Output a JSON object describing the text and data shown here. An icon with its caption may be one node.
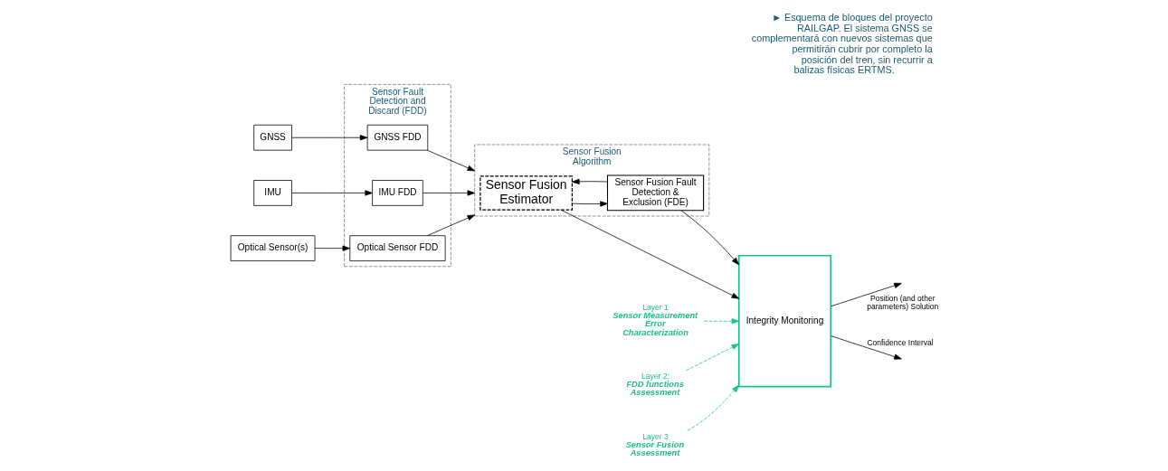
{
  "diagram": {
    "caption": "► Esquema de bloques del proyecto RAILGAP. El sistema GNSS se complementará con nuevos sistemas que permitirán cubrir por completo la posición del tren, sin recurrir a balizas físicas ERTMS.",
    "nodes": [
      {
        "text": [
          "GNSS"
        ]
      },
      {
        "text": [
          "IMU"
        ]
      },
      {
        "text": [
          "Optical Sensor(s)"
        ]
      },
      {
        "text": [
          "Sensor Fault Detection and Discard (FDD)"
        ]
      },
      {
        "text": [
          "GNSS FDD"
        ],
        "in": 3
      },
      {
        "text": [
          "IMU FDD"
        ],
        "in": 3
      },
      {
        "text": [
          "Optical Sensor FDD"
        ],
        "in": 3
      },
      {
        "text": [
          "Sensor Fusion Algorithm"
        ]
      },
      {
        "text": [
          "Sensor Fusion Estimator"
        ],
        "in": 7
      },
      {
        "text": [
          "Sensor Fusion Fault Detection & Exclusion (FDE)"
        ],
        "in": 7
      },
      {
        "text": [
          "Integrity Monitoring"
        ]
      },
      {
        "text": [
          "Layer 1",
          "Sensor Measurement Error Characterization"
        ]
      },
      {
        "text": [
          "Layer 2:",
          "FDD functions Assessment"
        ]
      },
      {
        "text": [
          "Layer 3",
          "Sensor Fusion Assessment"
        ]
      }
    ],
    "edges": [
      {
        "from": 0,
        "to": 4,
        "arrow": "to"
      },
      {
        "from": 1,
        "to": 5,
        "arrow": "to"
      },
      {
        "from": 2,
        "to": 6,
        "arrow": "to"
      },
      {
        "from": 4,
        "to": 7,
        "arrow": "to"
      },
      {
        "from": 5,
        "to": 7,
        "arrow": "to"
      },
      {
        "from": 6,
        "to": 7,
        "arrow": "to"
      },
      {
        "from": 8,
        "to": 9,
        "arrow": "to"
      },
      {
        "from": 9,
        "to": 8,
        "arrow": "to"
      },
      {
        "from": 8,
        "to": 10,
        "arrow": "to"
      },
      {
        "from": 9,
        "to": 10,
        "arrow": "to"
      },
      {
        "from": 10,
        "to": null,
        "arrow": "to",
        "label": "Position (and other parameters) Solution"
      },
      {
        "from": 10,
        "to": null,
        "arrow": "to",
        "label": "Confidence Interval"
      },
      {
        "from": 11,
        "to": 10,
        "arrow": "to",
        "style": "dashed",
        "color": "#1dbf8a"
      },
      {
        "from": 12,
        "to": 10,
        "arrow": "to",
        "style": "dashed",
        "color": "#1dbf8a"
      },
      {
        "from": 13,
        "to": 10,
        "arrow": "to",
        "style": "dashed",
        "color": "#1dbf8a"
      }
    ]
  }
}
